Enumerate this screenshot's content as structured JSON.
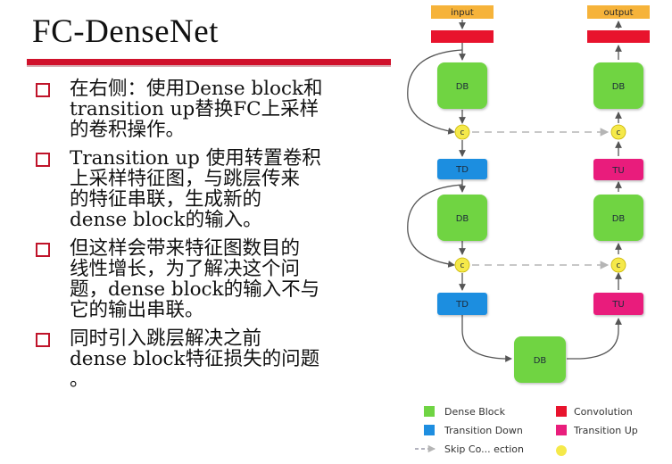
{
  "slide": {
    "title": "FC-DenseNet",
    "bullets": [
      "在右侧：使用Dense block和\ntransition up替换FC上采样\n的卷积操作。",
      "Transition up 使用转置卷积\n上采样特征图，与跳层传来\n的特征串联，生成新的\ndense block的输入。",
      "但这样会带来特征图数目的\n线性增长，为了解决这个问\n题，dense block的输入不与\n它的输出串联。",
      "同时引入跳层解决之前\ndense block特征损失的问题\n。"
    ]
  },
  "diagram": {
    "input_label": "input",
    "output_label": "output",
    "db_label": "DB",
    "td_label": "TD",
    "tu_label": "TU",
    "concat_label": "c",
    "legend": {
      "dense_block": "Dense Block",
      "convolution": "Convolution",
      "transition_down": "Transition Down",
      "transition_up": "Transition Up",
      "skip_connection": "Skip Co... ection"
    },
    "colors": {
      "dense_block": "#6fd443",
      "convolution": "#e8132d",
      "transition_down": "#1e8ee0",
      "transition_up": "#e91e7c",
      "concat": "#f5e94a",
      "io_label": "#f6b33a",
      "rule": "#d0112b"
    }
  }
}
